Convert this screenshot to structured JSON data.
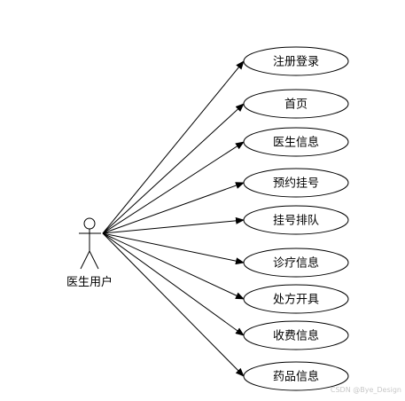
{
  "actor": {
    "name": "医生用户"
  },
  "use_cases": [
    {
      "label": "注册登录"
    },
    {
      "label": "首页"
    },
    {
      "label": "医生信息"
    },
    {
      "label": "预约挂号"
    },
    {
      "label": "挂号排队"
    },
    {
      "label": "诊疗信息"
    },
    {
      "label": "处方开具"
    },
    {
      "label": "收费信息"
    },
    {
      "label": "药品信息"
    }
  ],
  "watermark": {
    "text": "CSDN @Bye_Design"
  }
}
